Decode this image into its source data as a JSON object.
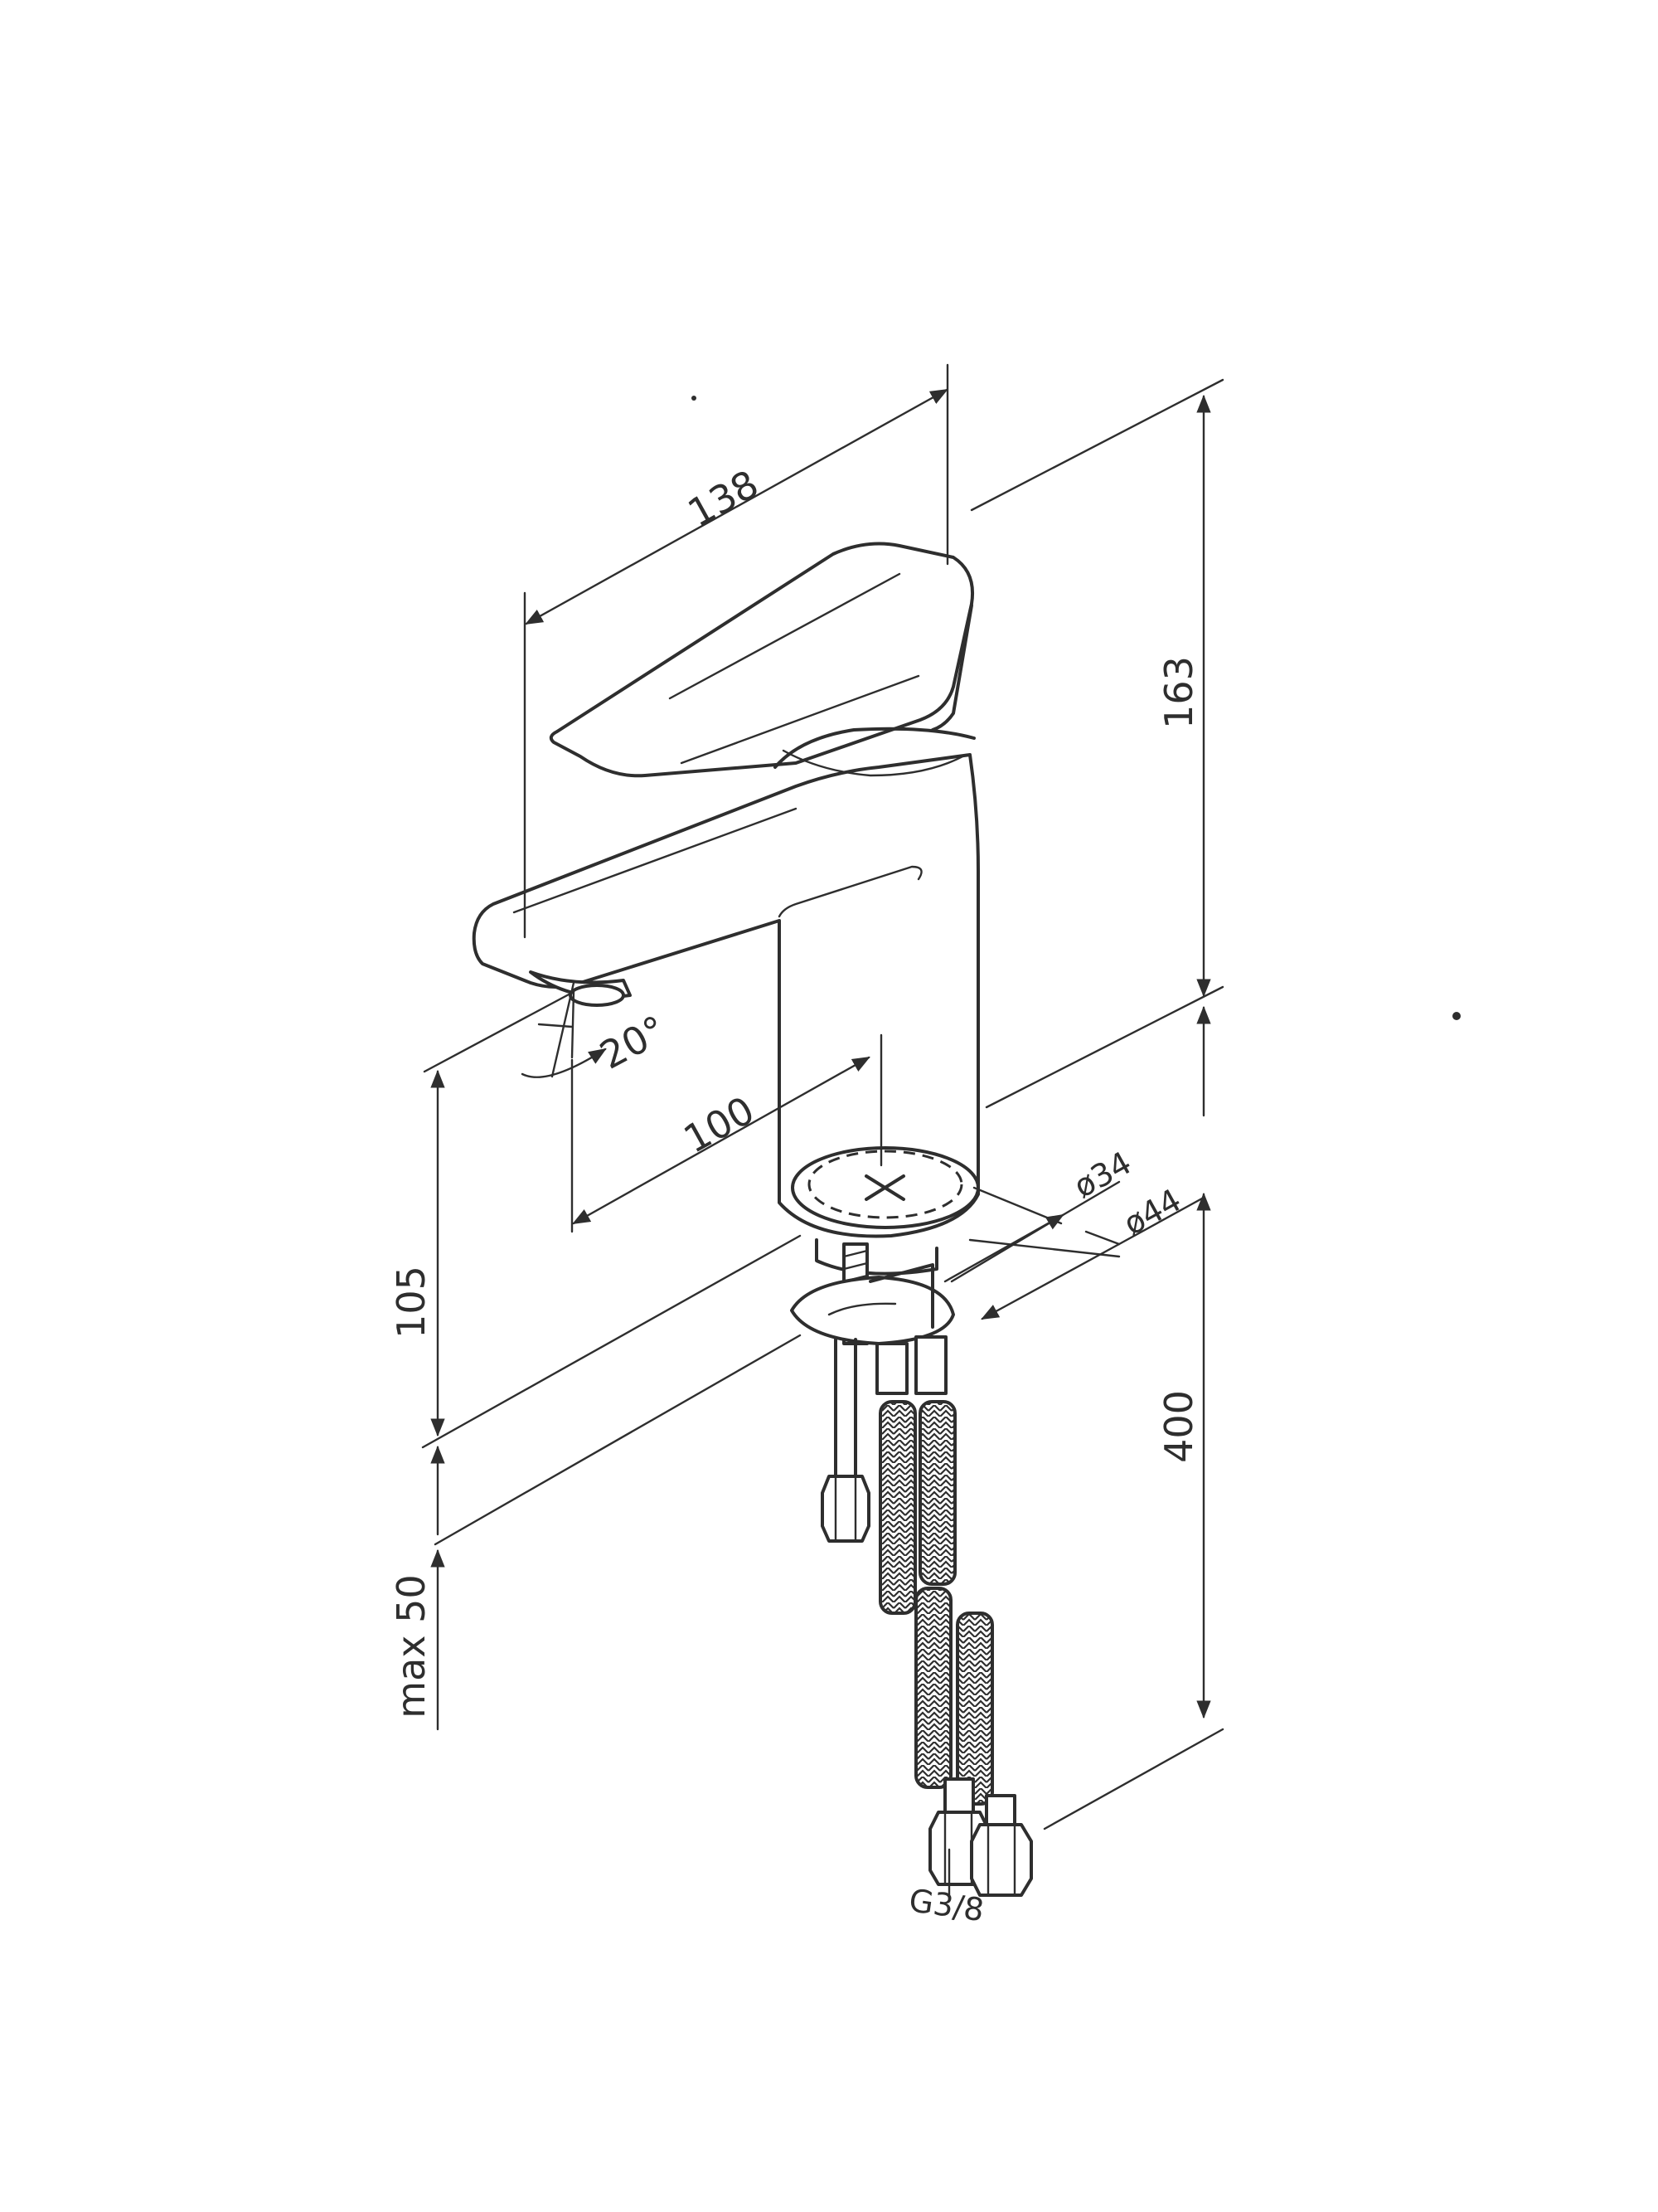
{
  "dimensions": {
    "width_top": "138",
    "height_body": "163",
    "spout_angle": "20°",
    "spout_reach": "100",
    "height_spout": "105",
    "base_d1": "ø34",
    "base_d2": "ø44",
    "hose_length": "400",
    "deck_max": "max 50",
    "thread": "G3/8"
  }
}
